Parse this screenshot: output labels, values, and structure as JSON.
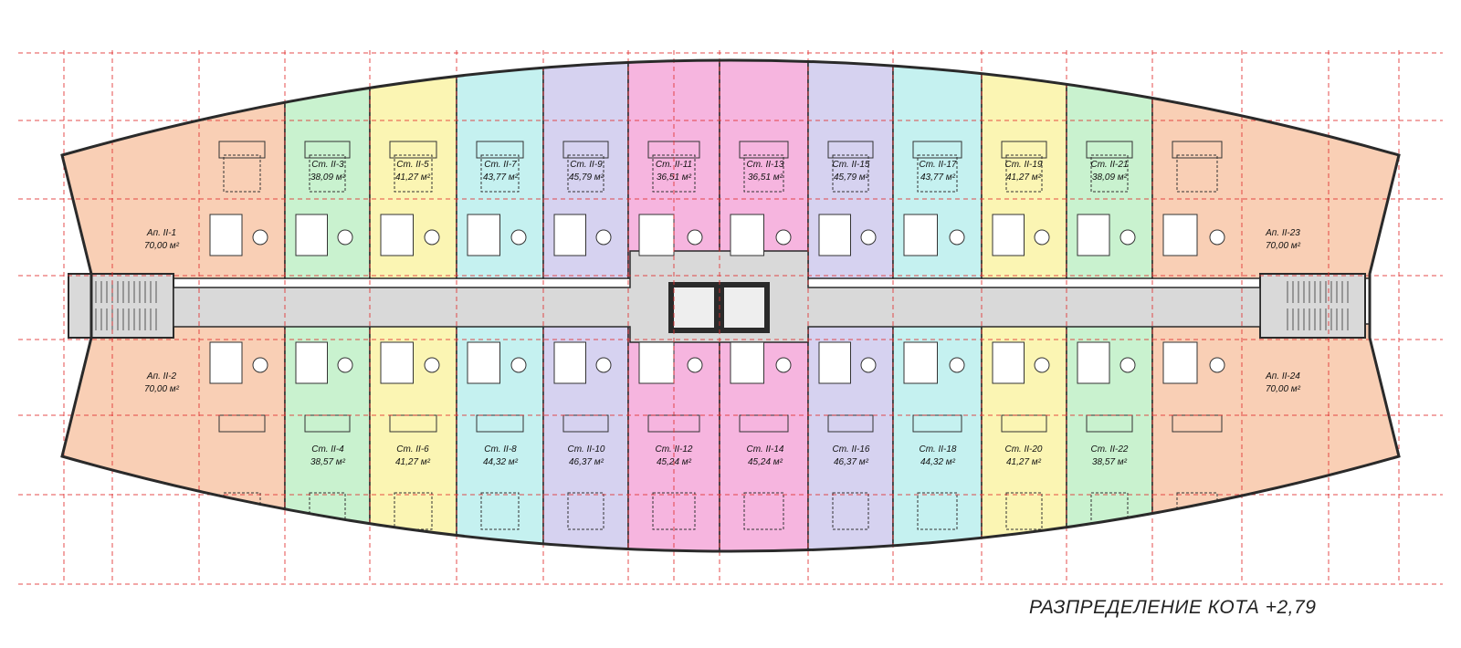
{
  "title": "РАЗПРЕДЕЛЕНИЕ КОТА +2,79",
  "colors": {
    "apartment": "#f9cfb5",
    "studio_green": "#c9f2cf",
    "studio_yellow": "#fbf5b3",
    "studio_cyan": "#c5f1f0",
    "studio_violet": "#d6d2f0",
    "studio_pink": "#f6b5df",
    "corridor": "#d9d9d9",
    "grid_line": "#e03030",
    "wall": "#2a2a2a"
  },
  "units_top": [
    {
      "id": "Ап. II-1",
      "area": "70,00 м²",
      "color": "apartment"
    },
    {
      "id": "Ст. II-3",
      "area": "38,09 м²",
      "color": "studio_green"
    },
    {
      "id": "Ст. II-5",
      "area": "41,27 м²",
      "color": "studio_yellow"
    },
    {
      "id": "Ст. II-7",
      "area": "43,77 м²",
      "color": "studio_cyan"
    },
    {
      "id": "Ст. II-9",
      "area": "45,79 м²",
      "color": "studio_violet"
    },
    {
      "id": "Ст. II-11",
      "area": "36,51 м²",
      "color": "studio_pink"
    },
    {
      "id": "Ст. II-13",
      "area": "36,51 м²",
      "color": "studio_pink"
    },
    {
      "id": "Ст. II-15",
      "area": "45,79 м²",
      "color": "studio_violet"
    },
    {
      "id": "Ст. II-17",
      "area": "43,77 м²",
      "color": "studio_cyan"
    },
    {
      "id": "Ст. II-19",
      "area": "41,27 м²",
      "color": "studio_yellow"
    },
    {
      "id": "Ст. II-21",
      "area": "38,09 м²",
      "color": "studio_green"
    },
    {
      "id": "Ап. II-23",
      "area": "70,00 м²",
      "color": "apartment"
    }
  ],
  "units_bottom": [
    {
      "id": "Ап. II-2",
      "area": "70,00 м²",
      "color": "apartment"
    },
    {
      "id": "Ст. II-4",
      "area": "38,57 м²",
      "color": "studio_green"
    },
    {
      "id": "Ст. II-6",
      "area": "41,27 м²",
      "color": "studio_yellow"
    },
    {
      "id": "Ст. II-8",
      "area": "44,32 м²",
      "color": "studio_cyan"
    },
    {
      "id": "Ст. II-10",
      "area": "46,37 м²",
      "color": "studio_violet"
    },
    {
      "id": "Ст. II-12",
      "area": "45,24 м²",
      "color": "studio_pink"
    },
    {
      "id": "Ст. II-14",
      "area": "45,24 м²",
      "color": "studio_pink"
    },
    {
      "id": "Ст. II-16",
      "area": "46,37 м²",
      "color": "studio_violet"
    },
    {
      "id": "Ст. II-18",
      "area": "44,32 м²",
      "color": "studio_cyan"
    },
    {
      "id": "Ст. II-20",
      "area": "41,27 м²",
      "color": "studio_yellow"
    },
    {
      "id": "Ст. II-22",
      "area": "38,57 м²",
      "color": "studio_green"
    },
    {
      "id": "Ап. II-24",
      "area": "70,00 м²",
      "color": "apartment"
    }
  ]
}
